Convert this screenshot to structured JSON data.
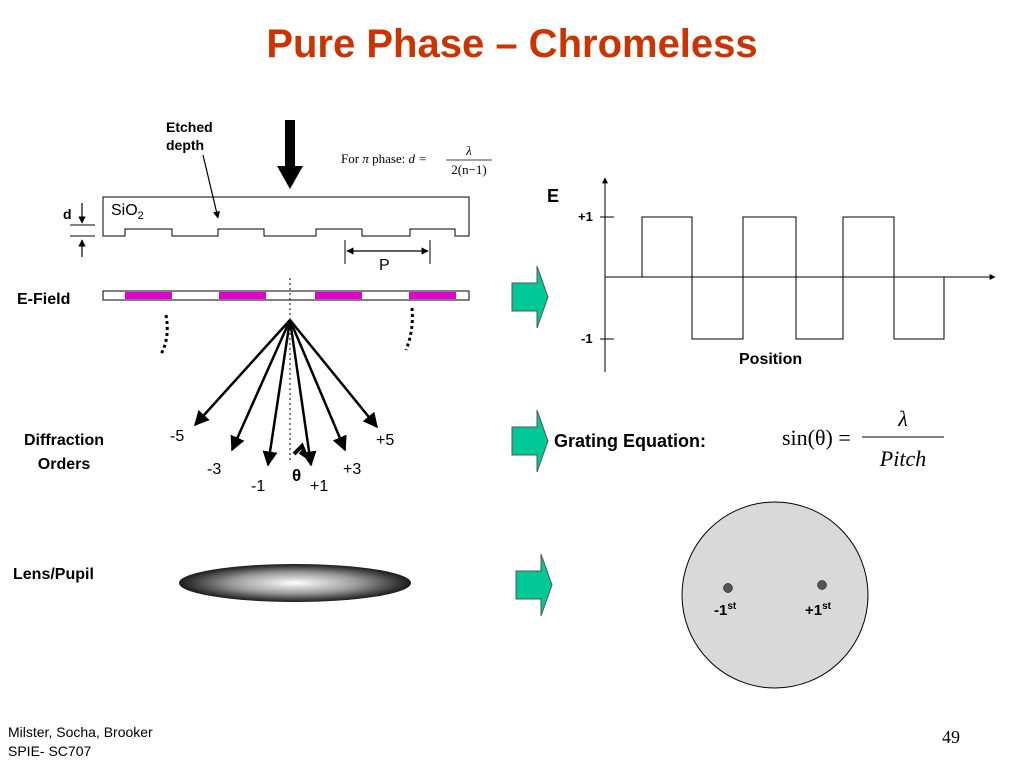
{
  "title": "Pure Phase – Chromeless",
  "mask": {
    "etched_label_line1": "Etched",
    "etched_label_line2": "depth",
    "formula_prefix": "For",
    "formula_pi": "π",
    "formula_phase": "phase:",
    "formula_lhs": "d =",
    "formula_num": "λ",
    "formula_den": "2(n−1)",
    "substrate_main": "SiO",
    "substrate_sub": "2",
    "depth_label": "d",
    "period_label": "P"
  },
  "labels": {
    "e_field": "E-Field",
    "diffraction_line1": "Diffraction",
    "diffraction_line2": "Orders",
    "lens_pupil": "Lens/Pupil"
  },
  "orders": {
    "m5": "-5",
    "m3": "-3",
    "m1": "-1",
    "theta": "θ",
    "p1": "+1",
    "p3": "+3",
    "p5": "+5"
  },
  "efield_plot": {
    "y_axis_label": "E",
    "tick_top": "+1",
    "tick_bottom": "-1",
    "x_axis_label": "Position"
  },
  "grating": {
    "label": "Grating Equation:",
    "lhs": "sin(θ) =",
    "numerator": "λ",
    "denominator": "Pitch"
  },
  "pupil": {
    "minus_main": "-1",
    "minus_sup": "st",
    "plus_main": "+1",
    "plus_sup": "st"
  },
  "colors": {
    "title": "#cc3300",
    "etched_segment": "#e000d0",
    "arrow_fill": "#00c896",
    "pupil_fill": "#d9d9d9"
  },
  "footer": {
    "line1": "Milster, Socha, Brooker",
    "line2": "SPIE- SC707"
  },
  "page_number": "49"
}
